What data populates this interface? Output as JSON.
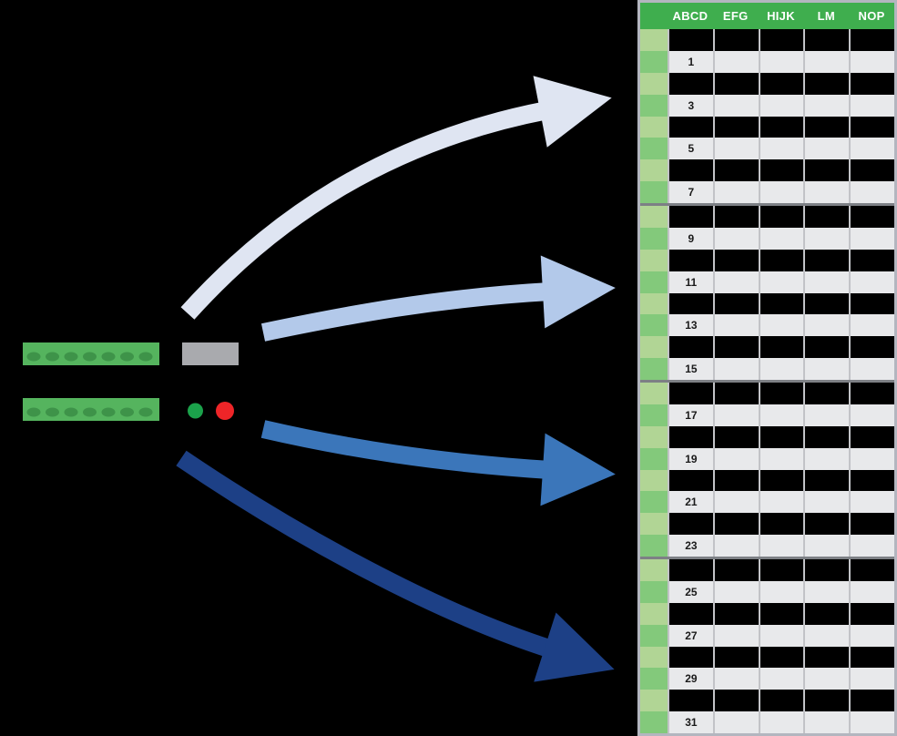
{
  "table": {
    "columns": [
      "ABCD",
      "EFG",
      "HIJK",
      "LM",
      "NOP"
    ],
    "group_size": 8,
    "rows": [
      "",
      "1",
      "",
      "3",
      "",
      "5",
      "",
      "7",
      "",
      "9",
      "",
      "11",
      "",
      "13",
      "",
      "15",
      "",
      "17",
      "",
      "19",
      "",
      "21",
      "",
      "23",
      "",
      "25",
      "",
      "27",
      "",
      "29",
      "",
      "31"
    ]
  },
  "arrows": [
    {
      "name": "arrow-to-rows-1-7",
      "color": "#dfe5f2"
    },
    {
      "name": "arrow-to-rows-9-15",
      "color": "#b3c9ea"
    },
    {
      "name": "arrow-to-rows-17-23",
      "color": "#3b76ba"
    },
    {
      "name": "arrow-to-rows-25-31",
      "color": "#1d4086"
    }
  ],
  "device": {
    "pins_per_block": 7,
    "terminal_color": "#55b45e",
    "pin_color": "#3e9349",
    "display_color": "#a9aaae",
    "led_green": "#1ba24b",
    "led_red": "#ee2528"
  },
  "colors": {
    "background": "#000000",
    "header_green": "#3fae4e",
    "row_black": "#000000",
    "row_gray": "#e8e9eb",
    "green_cell_light": "#b1d595",
    "green_cell_dark": "#83c97b",
    "grid_line": "#c2c3c7",
    "table_border": "#b3b6bf",
    "group_separator": "#7d8085"
  }
}
